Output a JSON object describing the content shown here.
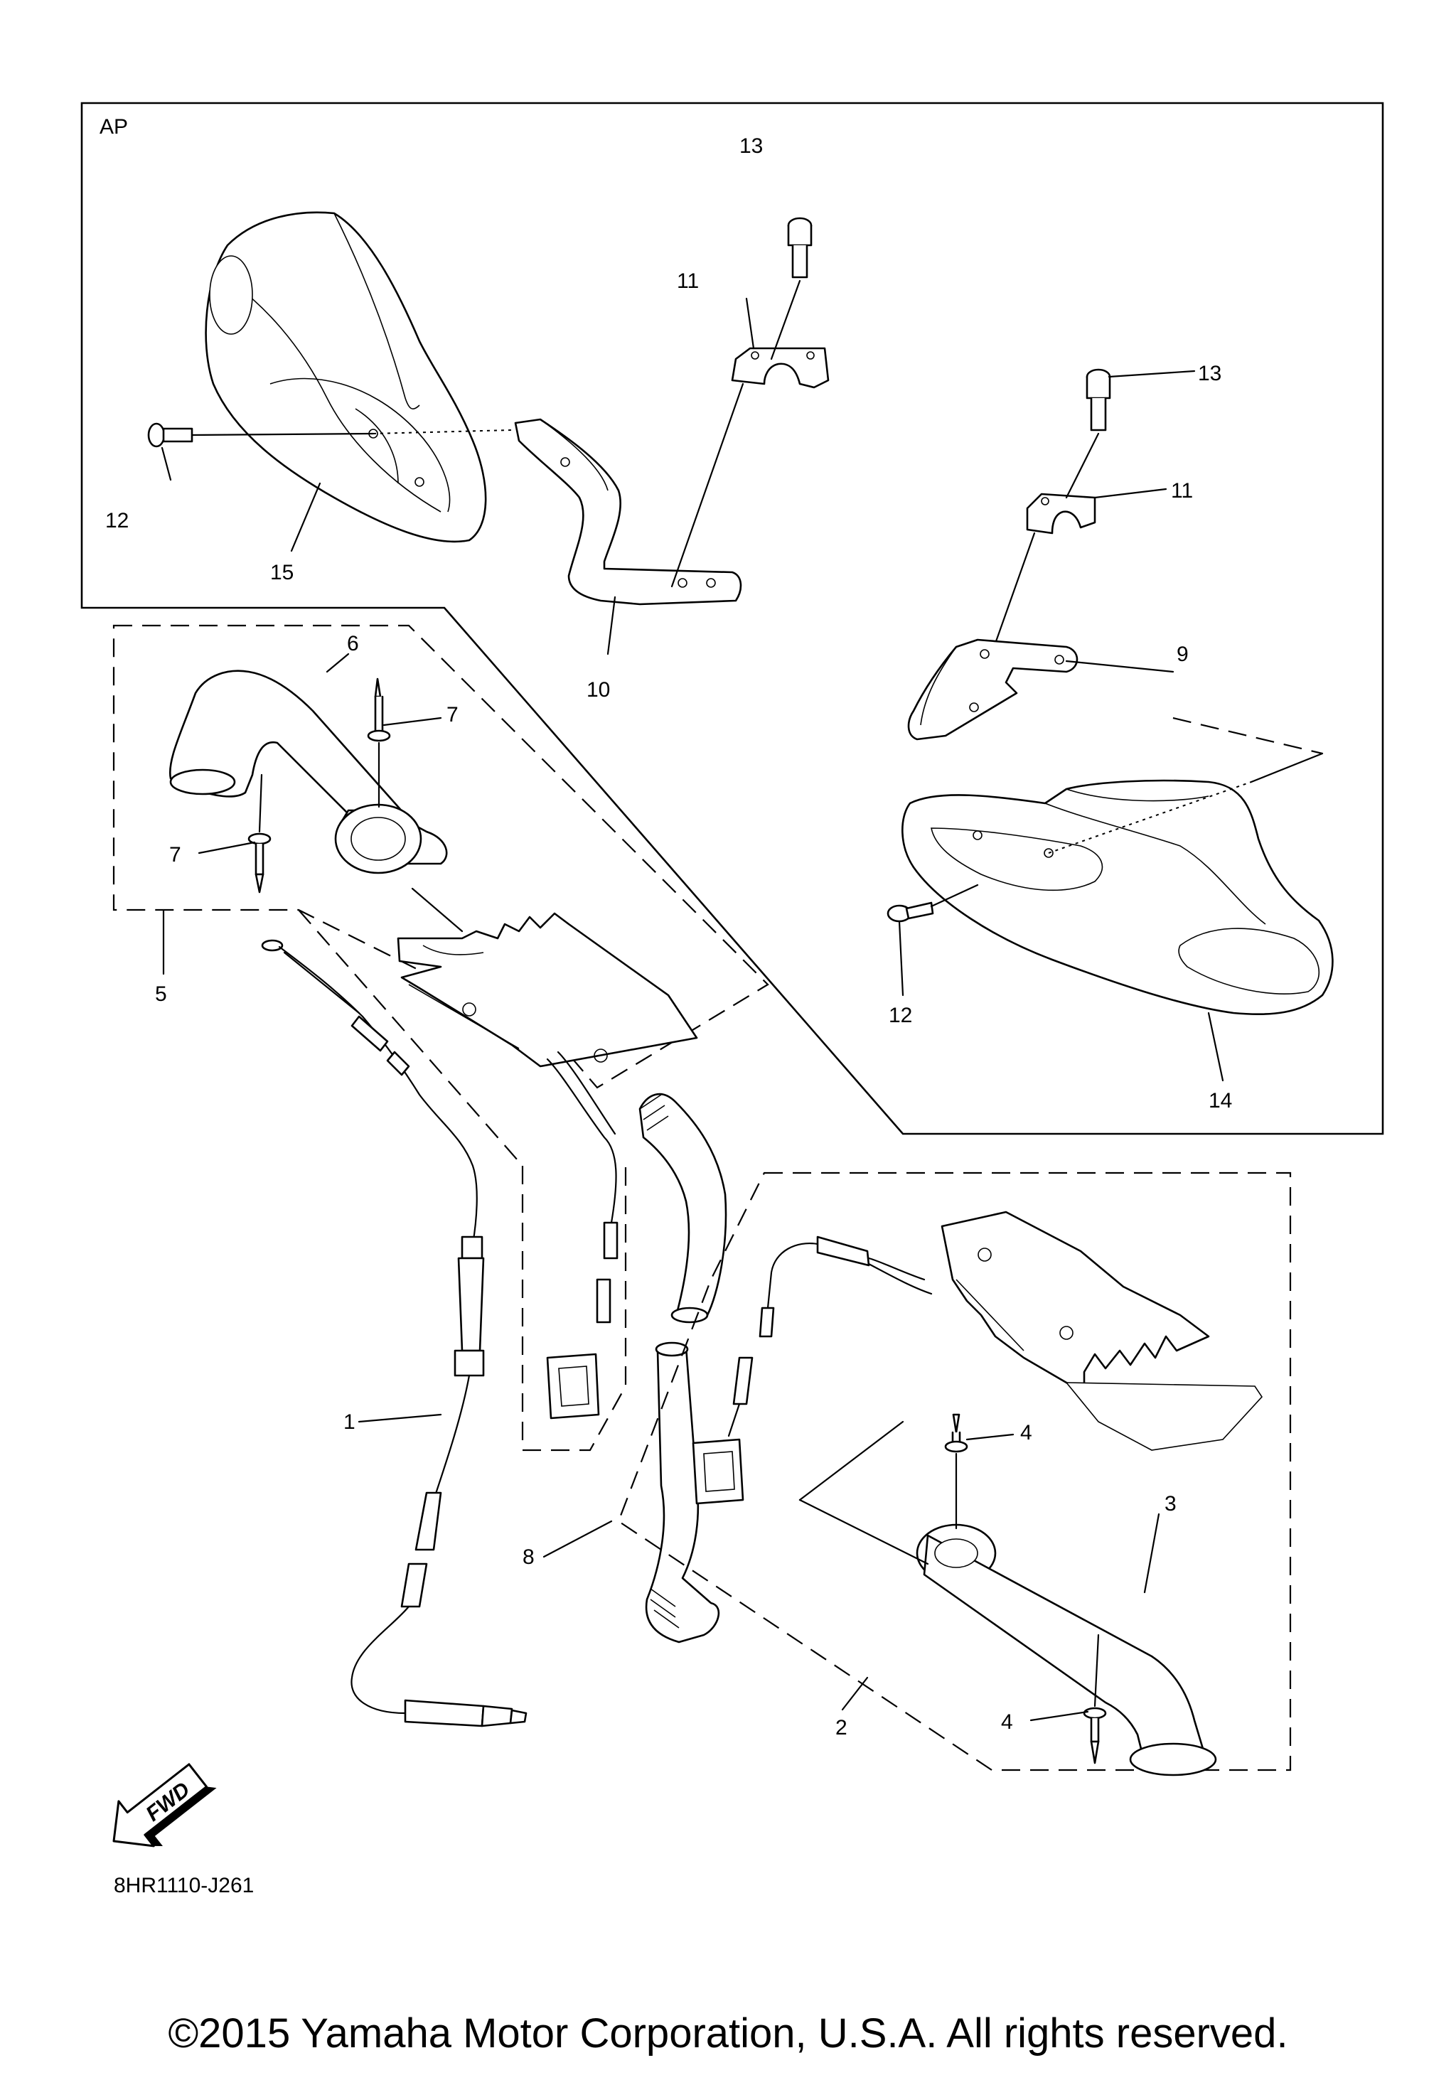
{
  "diagram": {
    "box_label": "AP",
    "part_code": "8HR1110-J261",
    "fwd_label": "FWD",
    "copyright": "©2015 Yamaha Motor Corporation, U.S.A. All rights reserved.",
    "callouts": {
      "n1": "1",
      "n2": "2",
      "n3": "3",
      "n4a": "4",
      "n4b": "4",
      "n5": "5",
      "n6": "6",
      "n7a": "7",
      "n7b": "7",
      "n8": "8",
      "n9": "9",
      "n10": "10",
      "n11a": "11",
      "n11b": "11",
      "n12a": "12",
      "n12b": "12",
      "n13a": "13",
      "n13b": "13",
      "n14": "14",
      "n15": "15"
    }
  }
}
